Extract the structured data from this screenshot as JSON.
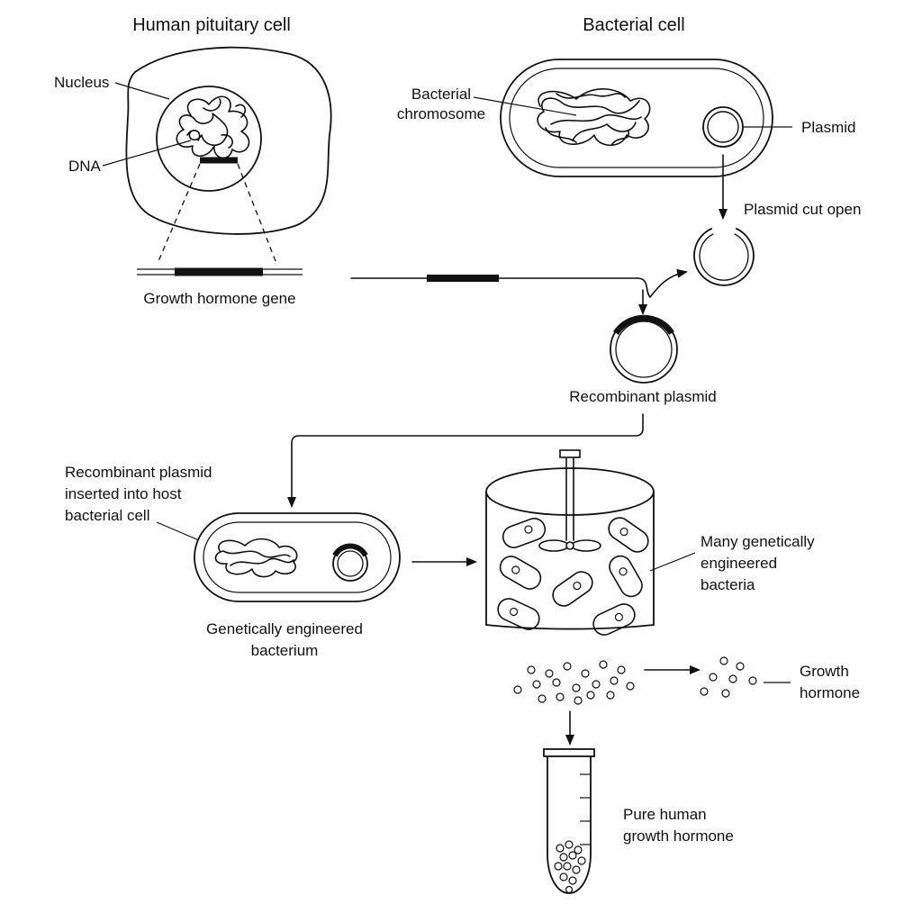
{
  "labels": {
    "human_cell_title": "Human pituitary cell",
    "bacterial_cell_title": "Bacterial cell",
    "nucleus": "Nucleus",
    "dna": "DNA",
    "growth_hormone_gene": "Growth hormone gene",
    "bacterial_chromosome_1": "Bacterial",
    "bacterial_chromosome_2": "chromosome",
    "plasmid": "Plasmid",
    "plasmid_cut_open": "Plasmid cut open",
    "recombinant_plasmid": "Recombinant plasmid",
    "inserted_1": "Recombinant plasmid",
    "inserted_2": "inserted into host",
    "inserted_3": "bacterial cell",
    "engineered_bacterium_1": "Genetically engineered",
    "engineered_bacterium_2": "bacterium",
    "many_bacteria_1": "Many genetically",
    "many_bacteria_2": "engineered",
    "many_bacteria_3": "bacteria",
    "growth_hormone_1": "Growth",
    "growth_hormone_2": "hormone",
    "pure_hgh_1": "Pure human",
    "pure_hgh_2": "growth hormone"
  },
  "colors": {
    "ink": "#111111",
    "background": "#ffffff"
  }
}
